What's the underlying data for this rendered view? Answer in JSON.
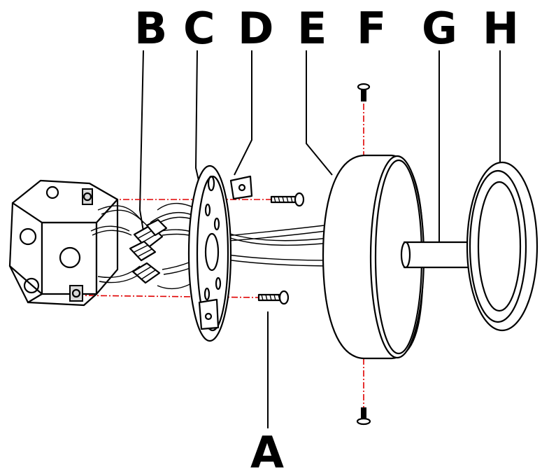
{
  "diagram": {
    "callouts": {
      "A": "A",
      "B": "B",
      "C": "C",
      "D": "D",
      "E": "E",
      "F": "F",
      "G": "G",
      "H": "H"
    },
    "colors": {
      "line": "#000000",
      "guide": "#e00000",
      "background": "#ffffff"
    }
  }
}
